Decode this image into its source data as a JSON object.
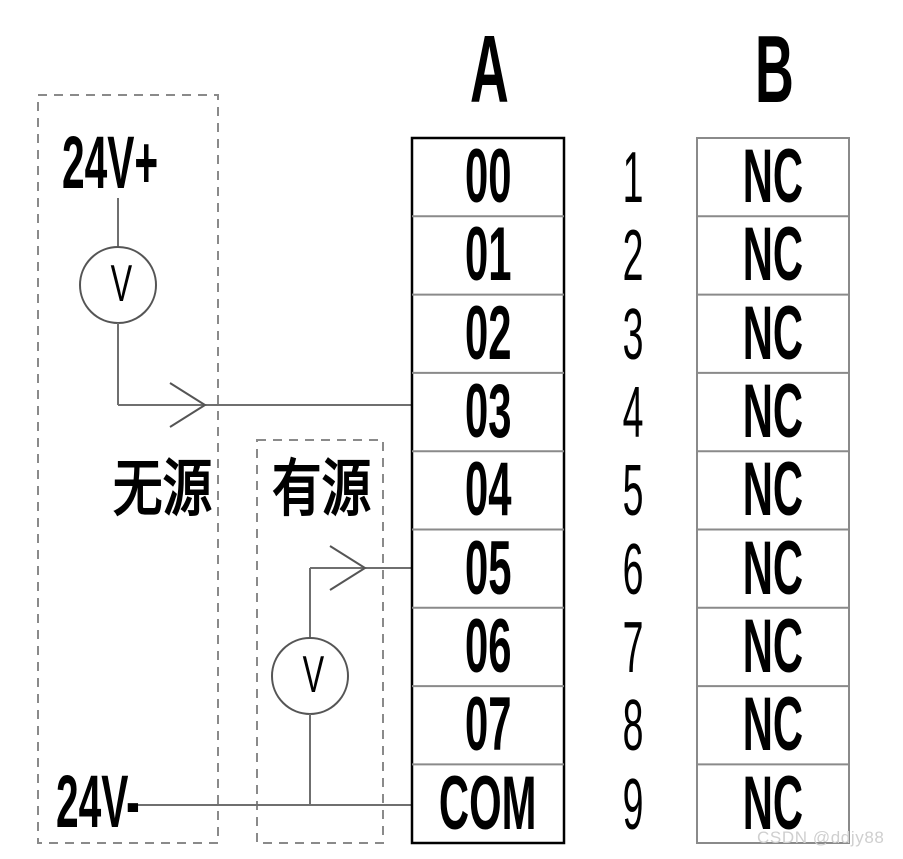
{
  "diagram": {
    "title_a": "A",
    "title_b": "B",
    "watermark": "CSDN @ddjy88"
  },
  "labels": {
    "supply_positive": "24V+",
    "supply_negative": "24V-",
    "passive_group": "无源",
    "active_group": "有源",
    "meter_symbol": "V"
  },
  "terminal_table": {
    "column_a_header": "A",
    "column_b_header": "B",
    "rows": [
      {
        "a": "00",
        "n": "1",
        "b": "NC"
      },
      {
        "a": "01",
        "n": "2",
        "b": "NC"
      },
      {
        "a": "02",
        "n": "3",
        "b": "NC"
      },
      {
        "a": "03",
        "n": "4",
        "b": "NC"
      },
      {
        "a": "04",
        "n": "5",
        "b": "NC"
      },
      {
        "a": "05",
        "n": "6",
        "b": "NC"
      },
      {
        "a": "06",
        "n": "7",
        "b": "NC"
      },
      {
        "a": "07",
        "n": "8",
        "b": "NC"
      },
      {
        "a": "COM",
        "n": "9",
        "b": "NC"
      }
    ]
  },
  "colors": {
    "line": "#000000",
    "grid": "#8a8a8a",
    "dashed": "#8a8a8a",
    "wire": "#6f6f6f",
    "watermark": "#cfcfcf"
  }
}
